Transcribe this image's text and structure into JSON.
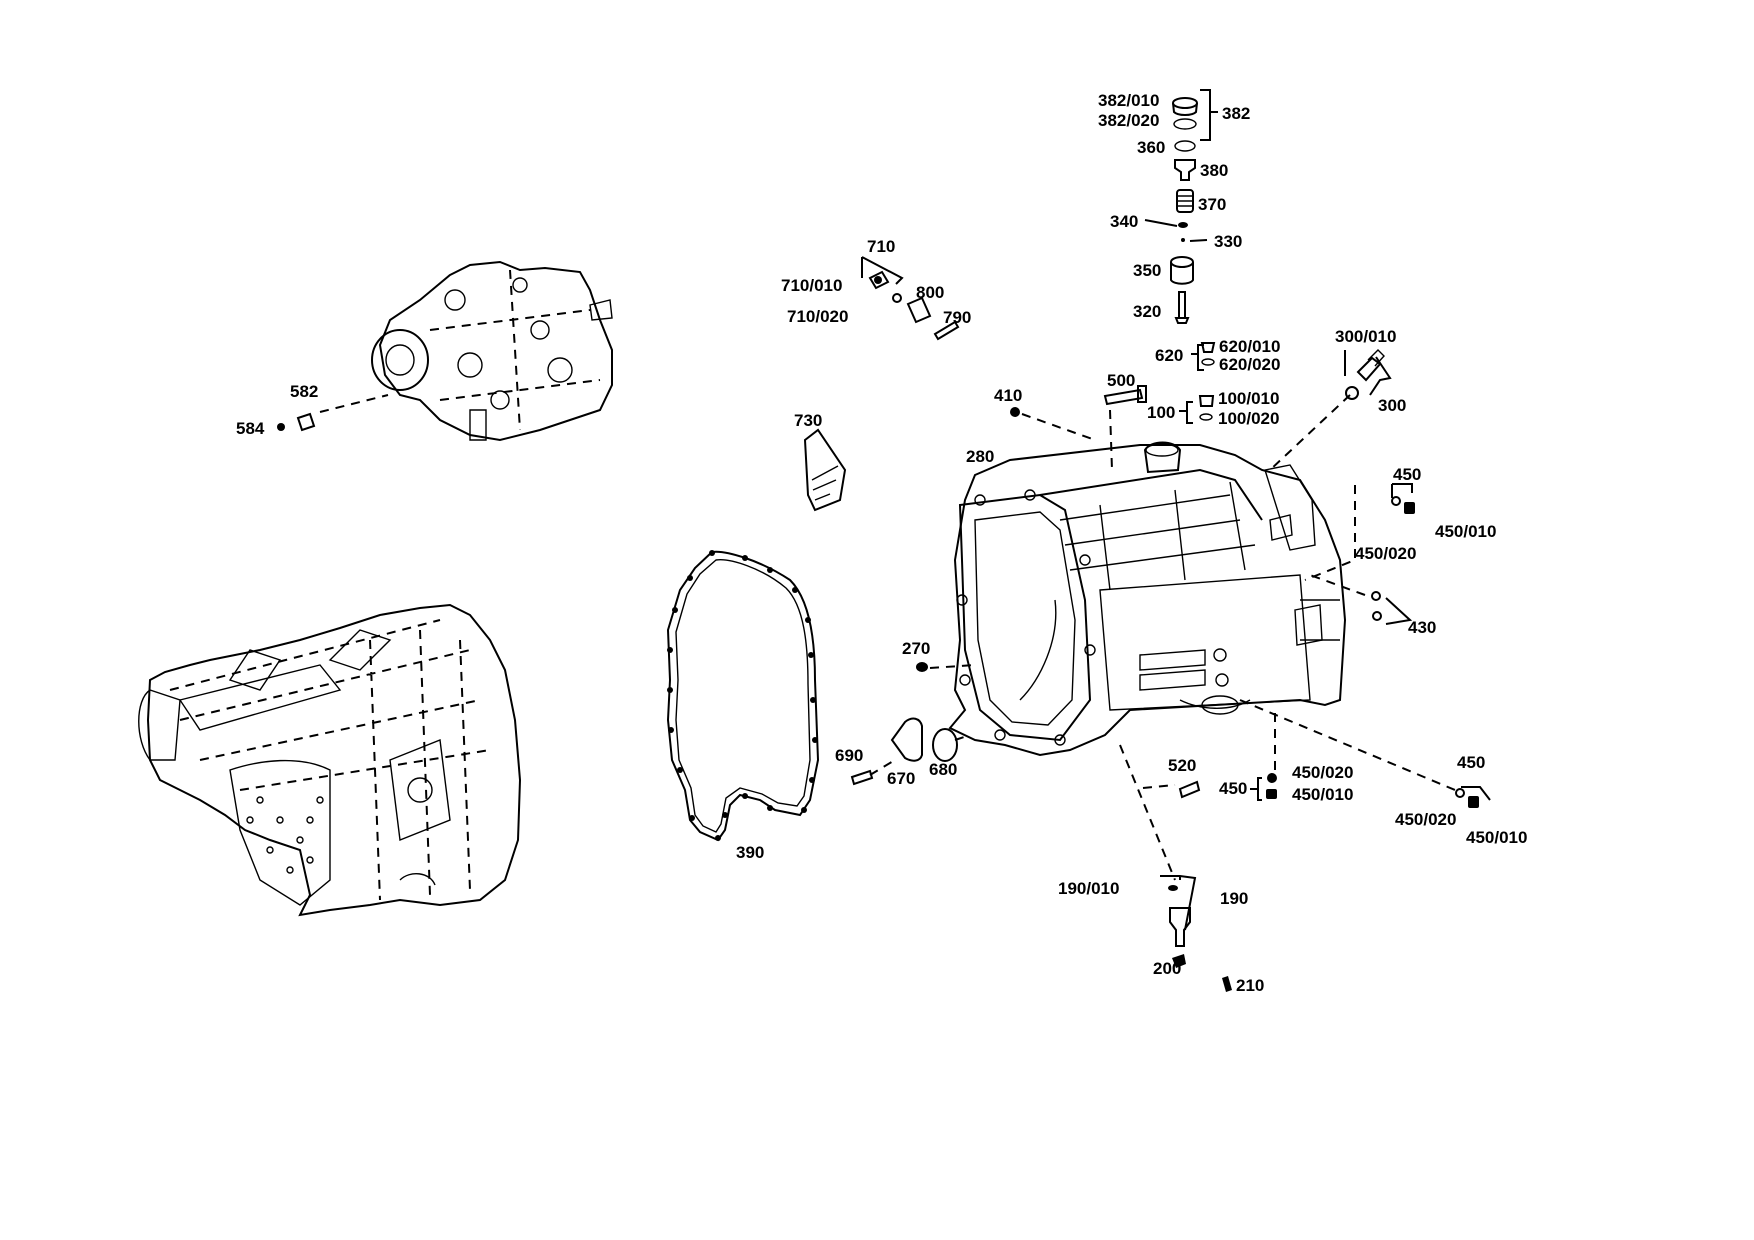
{
  "labels": {
    "l382_010": "382/010",
    "l382_020": "382/020",
    "l382": "382",
    "l360": "360",
    "l380": "380",
    "l370": "370",
    "l340": "340",
    "l330": "330",
    "l350": "350",
    "l320": "320",
    "l620": "620",
    "l620_010": "620/010",
    "l620_020": "620/020",
    "l300_010": "300/010",
    "l300": "300",
    "l710": "710",
    "l710_010": "710/010",
    "l710_020": "710/020",
    "l800": "800",
    "l790": "790",
    "l500": "500",
    "l100": "100",
    "l100_010": "100/010",
    "l100_020": "100/020",
    "l410": "410",
    "l280": "280",
    "l730": "730",
    "l582": "582",
    "l584": "584",
    "l450a": "450",
    "l450_010a": "450/010",
    "l450_020a": "450/020",
    "l430": "430",
    "l270": "270",
    "l690": "690",
    "l670": "670",
    "l680": "680",
    "l390": "390",
    "l520": "520",
    "l450b": "450",
    "l450_020b": "450/020",
    "l450_010b": "450/010",
    "l450c": "450",
    "l450_020c": "450/020",
    "l450_010c": "450/010",
    "l190_010": "190/010",
    "l190": "190",
    "l200": "200",
    "l210": "210"
  }
}
